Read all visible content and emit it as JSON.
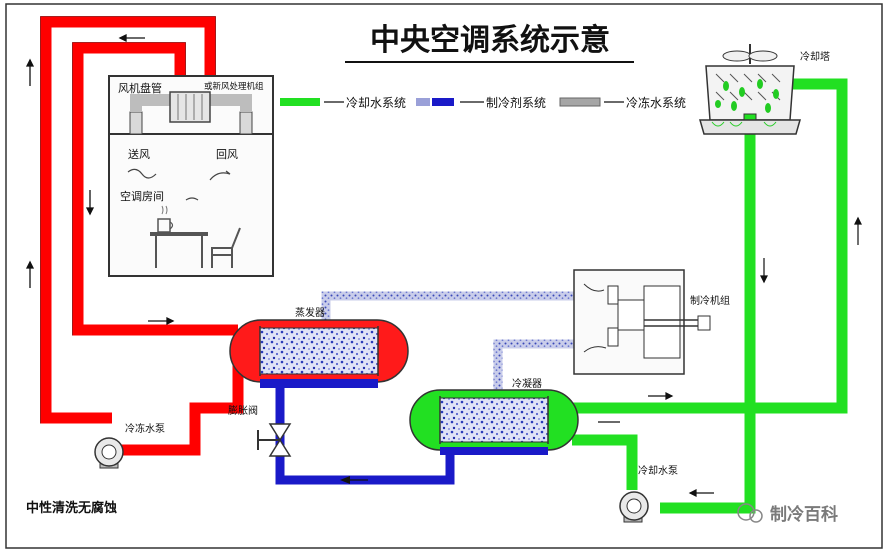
{
  "title": "中央空调系统示意",
  "legend": {
    "cooling_water": "冷却水系统",
    "refrigerant": "制冷剂系统",
    "chilled_water": "冷冻水系统"
  },
  "labels": {
    "fan_coil": "风机盘管",
    "fresh_air_unit": "或新风处理机组",
    "supply_air": "送风",
    "return_air": "回风",
    "ac_room": "空调房间",
    "evaporator": "蒸发器",
    "chiller_unit": "制冷机组",
    "condenser": "冷凝器",
    "expansion_valve": "膨胀阀",
    "chilled_pump": "冷冻水泵",
    "cooling_pump": "冷却水泵",
    "cooling_tower": "冷却塔",
    "bottom_left": "中性清洗无腐蚀",
    "watermark": "制冷百科"
  },
  "colors": {
    "chilled_water": "#ff0000",
    "cooling_water": "#22e022",
    "refrigerant_liquid": "#1a1ac8",
    "refrigerant_gas": "#9aa0d8"
  }
}
